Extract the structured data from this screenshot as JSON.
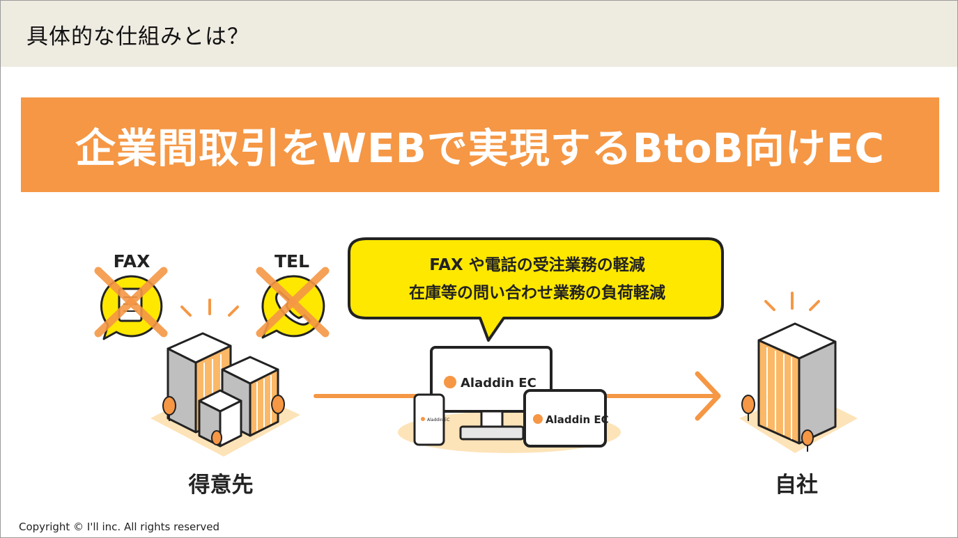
{
  "header": {
    "title": "具体的な仕組みとは？"
  },
  "banner": {
    "text": "企業間取引をWEBで実現するBtoB向けEC"
  },
  "diagram": {
    "fax_label": "FAX",
    "tel_label": "TEL",
    "bubble_line1": "FAX や電話の受注業務の軽減",
    "bubble_line2": "在庫等の問い合わせ業務の負荷軽減",
    "monitor_logo": "Aladdin EC",
    "tablet_logo": "Aladdin EC",
    "phone_logo": "Aladdin EC",
    "left_label": "得意先",
    "right_label": "自社"
  },
  "footer": {
    "copyright": "Copyright © I'll inc. All rights reserved"
  },
  "colors": {
    "title_bar_bg": "#eeebe1",
    "banner_bg": "#f59745",
    "accent_orange": "#f59745",
    "bubble_yellow": "#ffe800",
    "outline": "#222222"
  }
}
